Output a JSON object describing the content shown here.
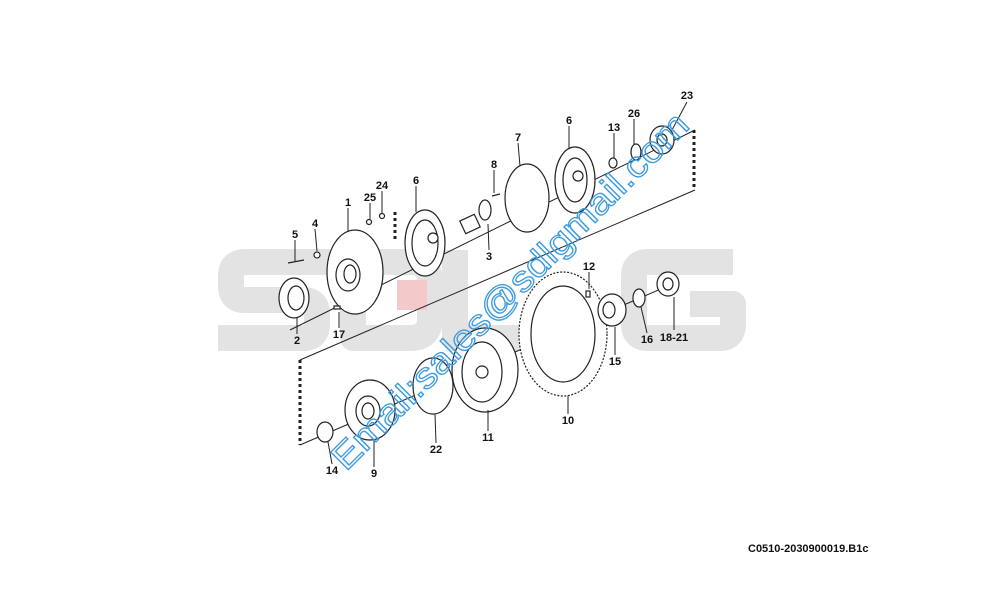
{
  "watermark": {
    "brand": "SDLG",
    "email": "Email:sales@sdlgmail.com"
  },
  "diagram_code": "C0510-2030900019.B1c",
  "labels": [
    "23",
    "26",
    "13",
    "6",
    "7",
    "8",
    "24",
    "25",
    "6",
    "1",
    "4",
    "5",
    "3",
    "12",
    "2",
    "17",
    "16",
    "18-21",
    "15",
    "10",
    "11",
    "22",
    "9",
    "14"
  ]
}
